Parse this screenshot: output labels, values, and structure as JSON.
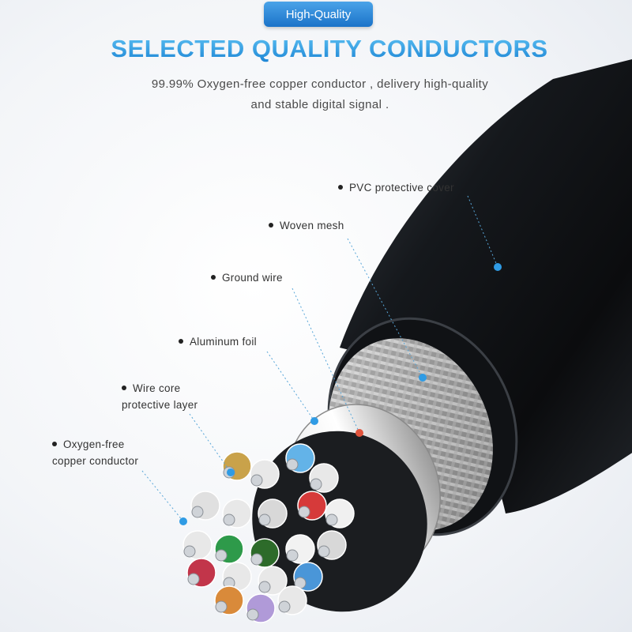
{
  "badge": "High-Quality",
  "headline": "SELECTED QUALITY CONDUCTORS",
  "subtitle": {
    "line1": "99.99% Oxygen-free copper conductor , delivery high-quality",
    "line2": "and stable digital signal ."
  },
  "labels": {
    "pvc": "PVC protective cover",
    "mesh": "Woven mesh",
    "ground": "Ground wire",
    "foil": "Aluminum foil",
    "core_line1": "Wire core",
    "core_line2": "protective layer",
    "copper_line1": "Oxygen-free",
    "copper_line2": "copper conductor"
  },
  "colors": {
    "accent": "#1b73c9",
    "headline": "#36a3e0",
    "leader_dot": "#2f9be4",
    "ground_dot": "#e0533c"
  }
}
